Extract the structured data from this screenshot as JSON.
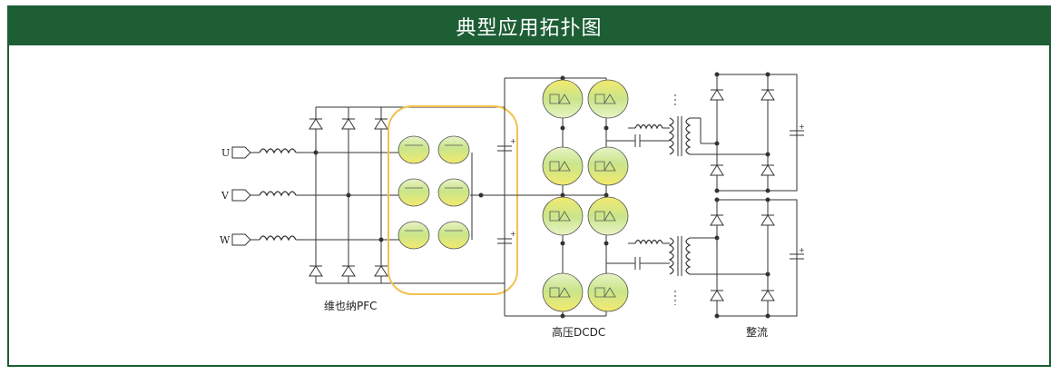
{
  "header": {
    "title": "典型应用拓扑图",
    "color": "#1d5e35"
  },
  "diagram": {
    "inputs": [
      "U",
      "V",
      "W"
    ],
    "captions": {
      "pfc": "维也纳PFC",
      "dcdc": "高压DCDC",
      "rectifier": "整流"
    },
    "highlight_color": "#f2c14e",
    "module_gradient": [
      "#cfe98a",
      "#f5e96a"
    ]
  }
}
